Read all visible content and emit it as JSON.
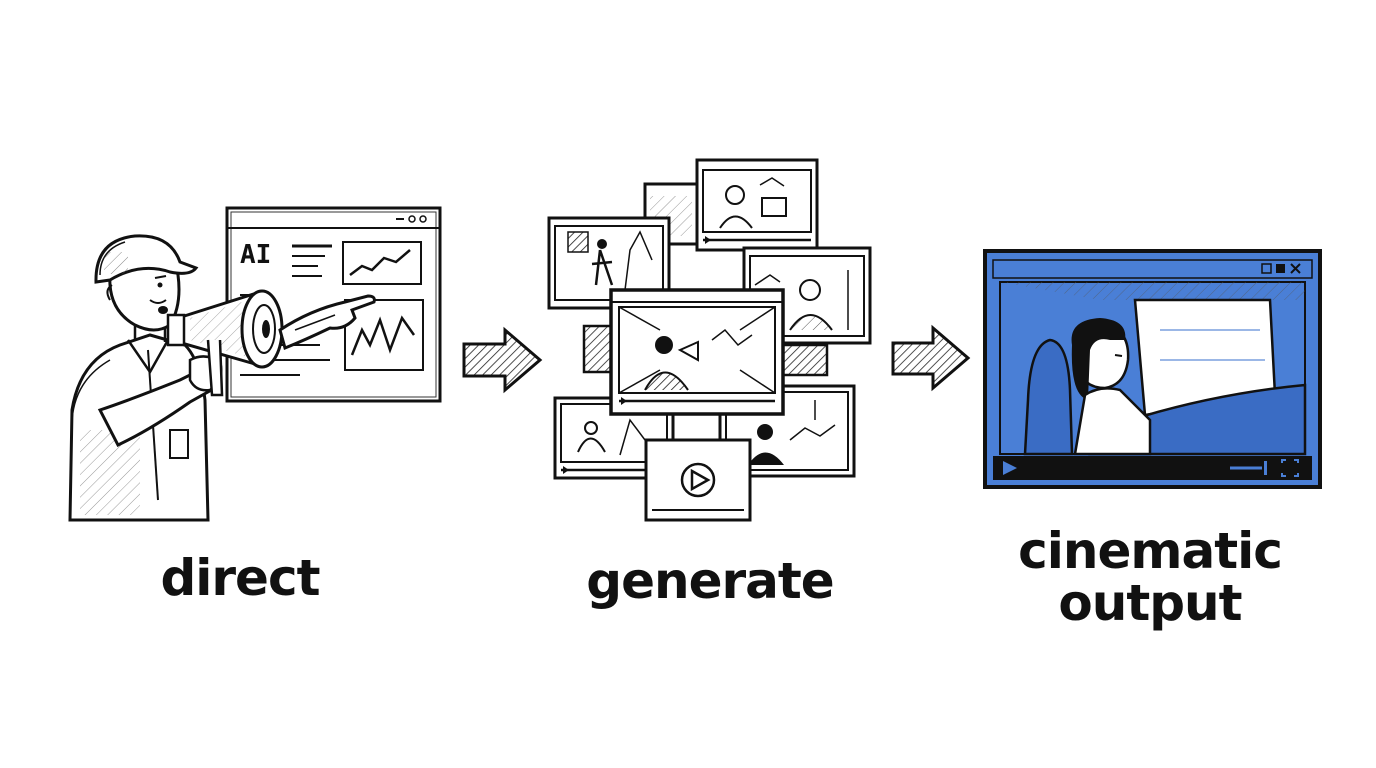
{
  "steps": [
    {
      "label": "direct",
      "panel_text": "AI"
    },
    {
      "label": "generate"
    },
    {
      "label_lines": [
        "cinematic",
        "output"
      ]
    }
  ],
  "colors": {
    "ink": "#111111",
    "accent_blue": "#4a7fd6",
    "paper": "#ffffff"
  },
  "icons": [
    "director-figure",
    "megaphone-icon",
    "dashboard-window",
    "arrow-right-icon",
    "video-frame",
    "play-icon",
    "fullscreen-icon"
  ]
}
